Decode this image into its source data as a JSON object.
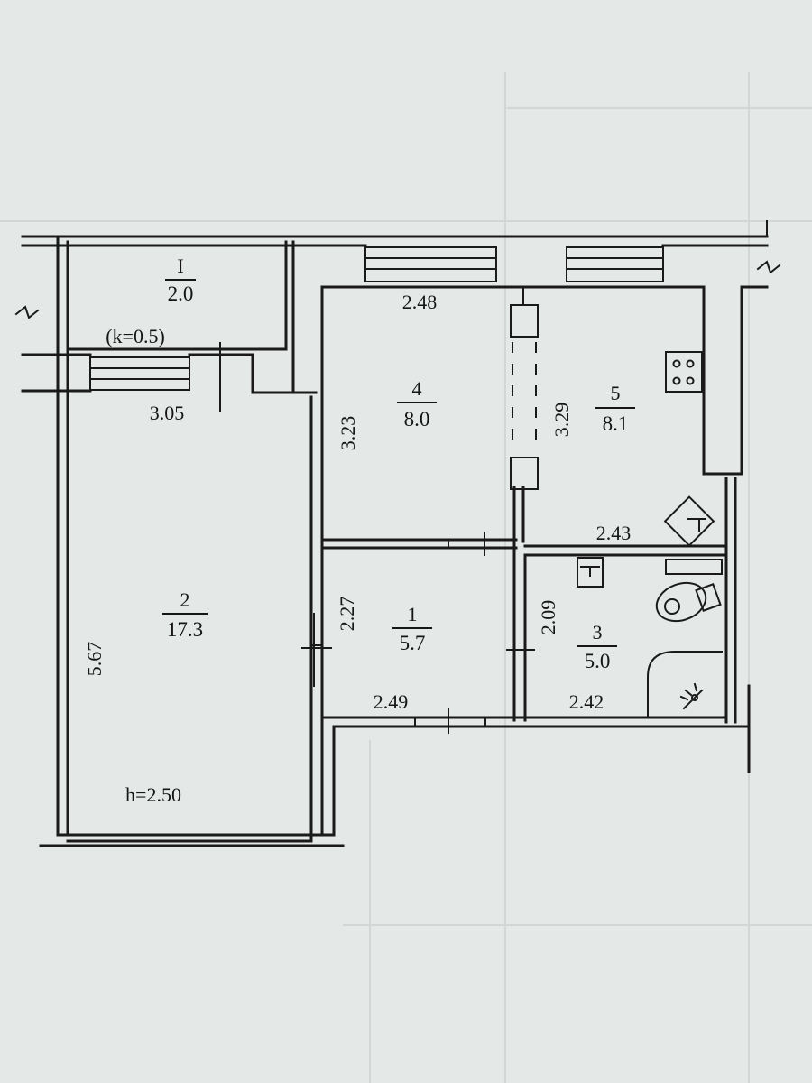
{
  "rooms": {
    "balcony": {
      "number": "I",
      "area": "2.0",
      "coefficient": "(k=0.5)"
    },
    "living": {
      "number": "2",
      "area": "17.3",
      "ceiling_height": "h=2.50"
    },
    "room4": {
      "number": "4",
      "area": "8.0"
    },
    "kitchen": {
      "number": "5",
      "area": "8.1"
    },
    "hall": {
      "number": "1",
      "area": "5.7"
    },
    "bathroom": {
      "number": "3",
      "area": "5.0"
    }
  },
  "dimensions": {
    "balcony_width": "3.05",
    "living_height": "5.67",
    "room4_width": "2.48",
    "room4_height": "3.23",
    "kitchen_height": "3.29",
    "kitchen_width": "2.43",
    "hall_height": "2.27",
    "hall_width": "2.49",
    "bath_height": "2.09",
    "bath_width": "2.42"
  },
  "colors": {
    "paper": "#e4e8e7",
    "ink": "#161616"
  },
  "icons": [
    "stove-icon",
    "sink-icon",
    "toilet-icon",
    "bathtub-icon",
    "shower-icon",
    "window-icon",
    "door-icon"
  ]
}
